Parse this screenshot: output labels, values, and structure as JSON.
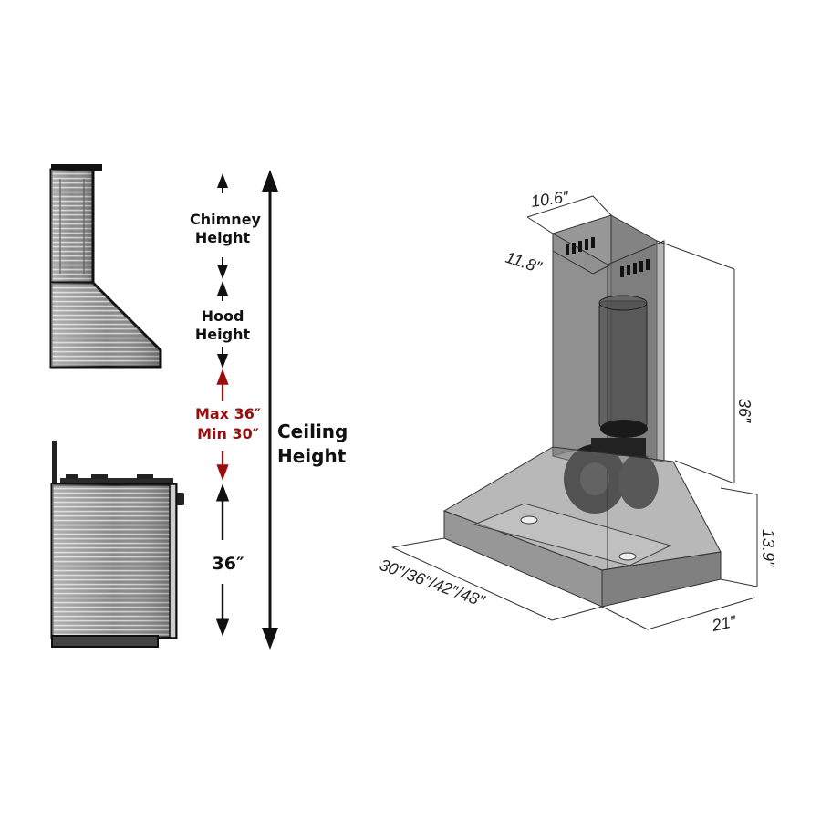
{
  "left": {
    "chimney_label": [
      "Chimney",
      "Height"
    ],
    "hood_label": [
      "Hood",
      "Height"
    ],
    "gap_label": [
      "Max 36″",
      "Min 30″"
    ],
    "counter_label": "36″",
    "ceiling_label": [
      "Ceiling",
      "Height"
    ],
    "accent_color": "#9b0d0d"
  },
  "right": {
    "chimney_width": "10.6″",
    "chimney_depth": "11.8″",
    "chimney_height": "36″",
    "hood_height": "13.9″",
    "hood_depth": "21″",
    "hood_widths": "30″/36″/42″/48″"
  }
}
